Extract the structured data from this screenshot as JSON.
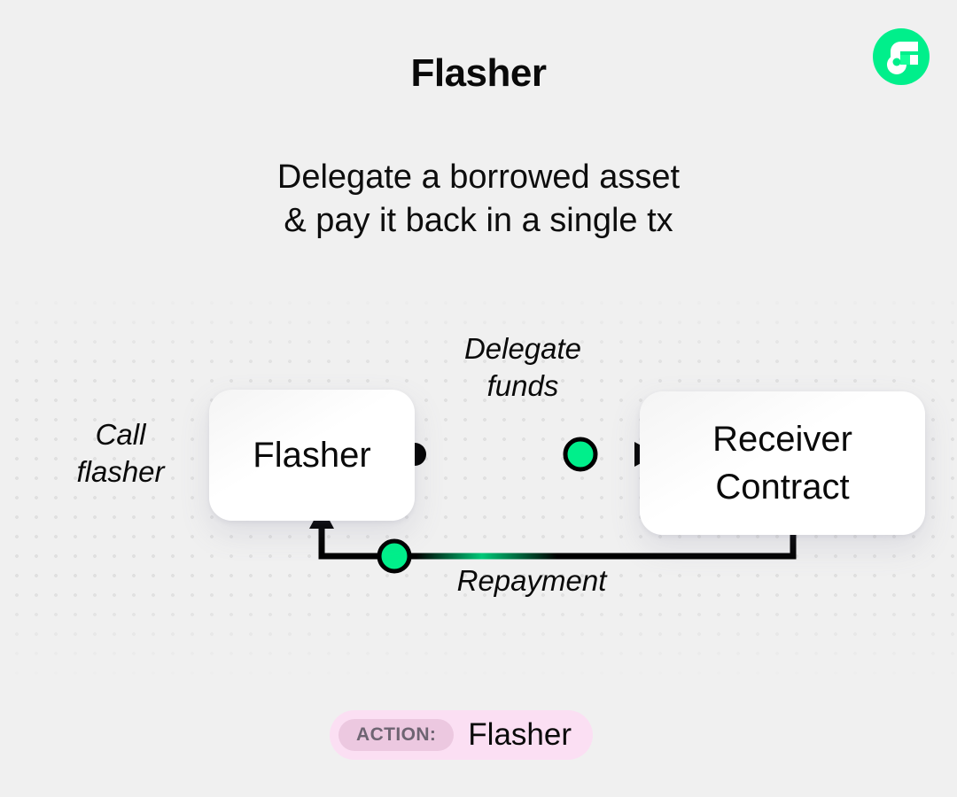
{
  "header": {
    "title": "Flasher",
    "subtitle_lines": [
      "Delegate a borrowed asset",
      "& pay it back in a single tx"
    ],
    "logo_name": "flow-logo-icon"
  },
  "diagram": {
    "nodes": [
      {
        "id": "flasher",
        "label_lines": [
          "Flasher"
        ]
      },
      {
        "id": "receiver",
        "label_lines": [
          "Receiver",
          "Contract"
        ]
      }
    ],
    "edge_labels": {
      "call": [
        "Call",
        "flasher"
      ],
      "delegate": [
        "Delegate",
        "funds"
      ],
      "repayment": [
        "Repayment"
      ]
    }
  },
  "action_badge": {
    "chip_label": "ACTION:",
    "value": "Flasher"
  },
  "colors": {
    "background": "#f0f0f0",
    "accent_green": "#00ef8b",
    "node_fill": "#ffffff",
    "stroke": "#000000",
    "badge_bg": "#fbdff3",
    "badge_chip_bg": "#ecc8e0",
    "badge_chip_text": "#6e6472",
    "dot_grid": "#e0e0e0"
  }
}
